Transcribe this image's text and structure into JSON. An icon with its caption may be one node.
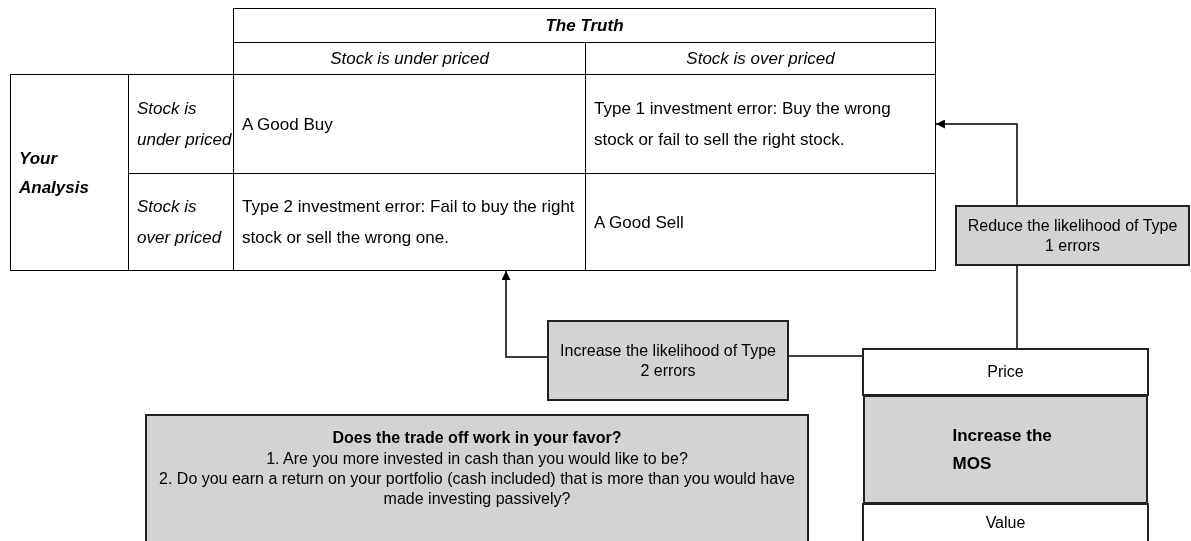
{
  "diagram": {
    "nodes": [
      {
        "text": [
          "The Truth"
        ]
      },
      {
        "text": [
          "Stock is under priced"
        ]
      },
      {
        "text": [
          "Stock is over priced"
        ]
      },
      {
        "text": [
          "Your Analysis"
        ]
      },
      {
        "text": [
          "Stock is under priced"
        ]
      },
      {
        "text": [
          "A Good Buy"
        ]
      },
      {
        "text": [
          "Type 1 investment error: Buy the wrong stock or fail to sell the right stock."
        ]
      },
      {
        "text": [
          "Stock is over priced"
        ]
      },
      {
        "text": [
          "Type 2 investment error: Fail to buy the right stock or sell the wrong one."
        ]
      },
      {
        "text": [
          "A Good Sell"
        ]
      },
      {
        "text": [
          "Reduce the likelihood of Type 1 errors"
        ]
      },
      {
        "text": [
          "Increase the likelihood of Type 2 errors"
        ]
      },
      {
        "text": [
          "Price"
        ]
      },
      {
        "text": [
          "Increase the MOS"
        ]
      },
      {
        "text": [
          "Value"
        ]
      },
      {
        "text": [
          "Does the trade off work in your favor?",
          "1. Are you more invested in cash than you would like to be?",
          "2. Do you earn a return on your portfolio (cash included) that is more than you would have made investing passively?"
        ]
      }
    ],
    "edges": [
      {
        "from": 10,
        "to": 6,
        "arrow": "to"
      },
      {
        "from": 12,
        "to": 10,
        "arrow": "none"
      },
      {
        "from": 11,
        "to": 8,
        "arrow": "to"
      },
      {
        "from": 12,
        "to": 11,
        "arrow": "none"
      }
    ]
  }
}
